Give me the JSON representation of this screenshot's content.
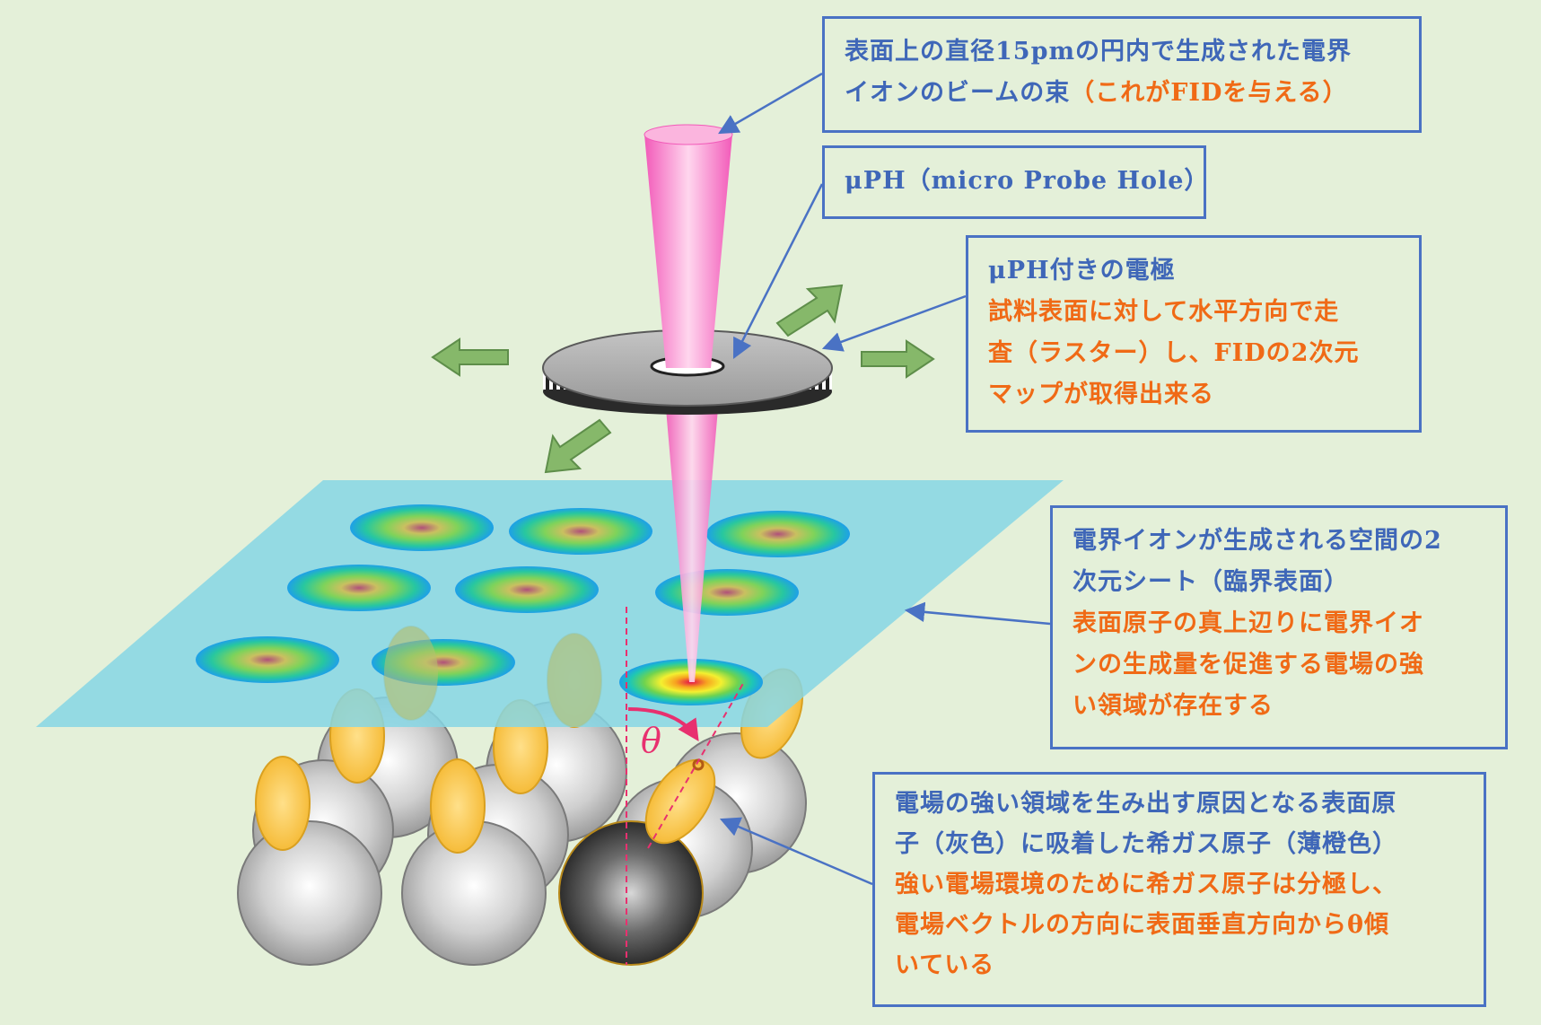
{
  "colors": {
    "background": "#e4f0d9",
    "callout_border": "#4a72c4",
    "text_blue": "#3f67b8",
    "text_orange": "#f06a16",
    "beam_pink": "#f77ac8",
    "sheet_cyan": "#86d6e4",
    "arrow_green": "#86b86a",
    "adsorbate_orange": "#ffc638",
    "atom_gray": "#c8c8c8",
    "theta_pink": "#e8306f"
  },
  "callouts": {
    "beam": {
      "line1": "表面上の直径15pmの円内で生成された電界",
      "line2_blue": "イオンのビームの束",
      "line2_orange": "（これがFIDを与える）"
    },
    "probe_hole": {
      "line1": "μPH（micro Probe Hole）"
    },
    "electrode": {
      "title": "μPH付きの電極",
      "line1": "試料表面に対して水平方向で走",
      "line2": "査（ラスター）し、FIDの2次元",
      "line3": "マップが取得出来る"
    },
    "sheet": {
      "line1": "電界イオンが生成される空間の2",
      "line2": "次元シート（臨界表面）",
      "line3": "表面原子の真上辺りに電界イオ",
      "line4": "ンの生成量を促進する電場の強",
      "line5": "い領域が存在する"
    },
    "atoms": {
      "line1": "電場の強い領域を生み出す原因となる表面原",
      "line2": "子（灰色）に吸着した希ガス原子（薄橙色）",
      "line3": "強い電場環境のために希ガス原子は分極し、",
      "line4": "電場ベクトルの方向に表面垂直方向からθ傾",
      "line5": "いている"
    }
  },
  "diagram": {
    "angle_label": "θ",
    "icons": [
      "green-arrow-left-icon",
      "green-arrow-right-icon",
      "green-arrow-up-right-icon",
      "green-arrow-down-left-icon"
    ]
  }
}
